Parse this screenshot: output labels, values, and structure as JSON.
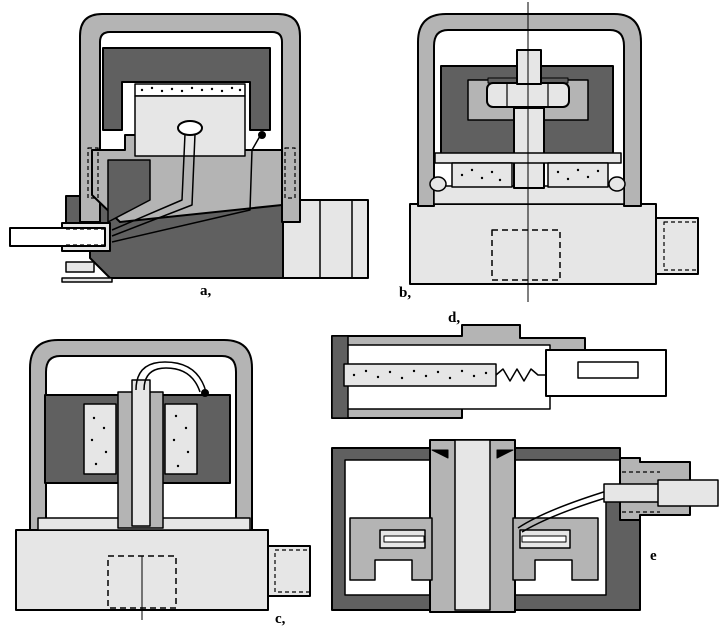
{
  "labels": {
    "a": "a,",
    "b": "b,",
    "c": "c,",
    "d": "d,",
    "e": "e"
  },
  "colors": {
    "dark": "#606060",
    "mid": "#b4b4b4",
    "light": "#e6e6e6",
    "white": "#ffffff",
    "stroke": "#000000"
  }
}
